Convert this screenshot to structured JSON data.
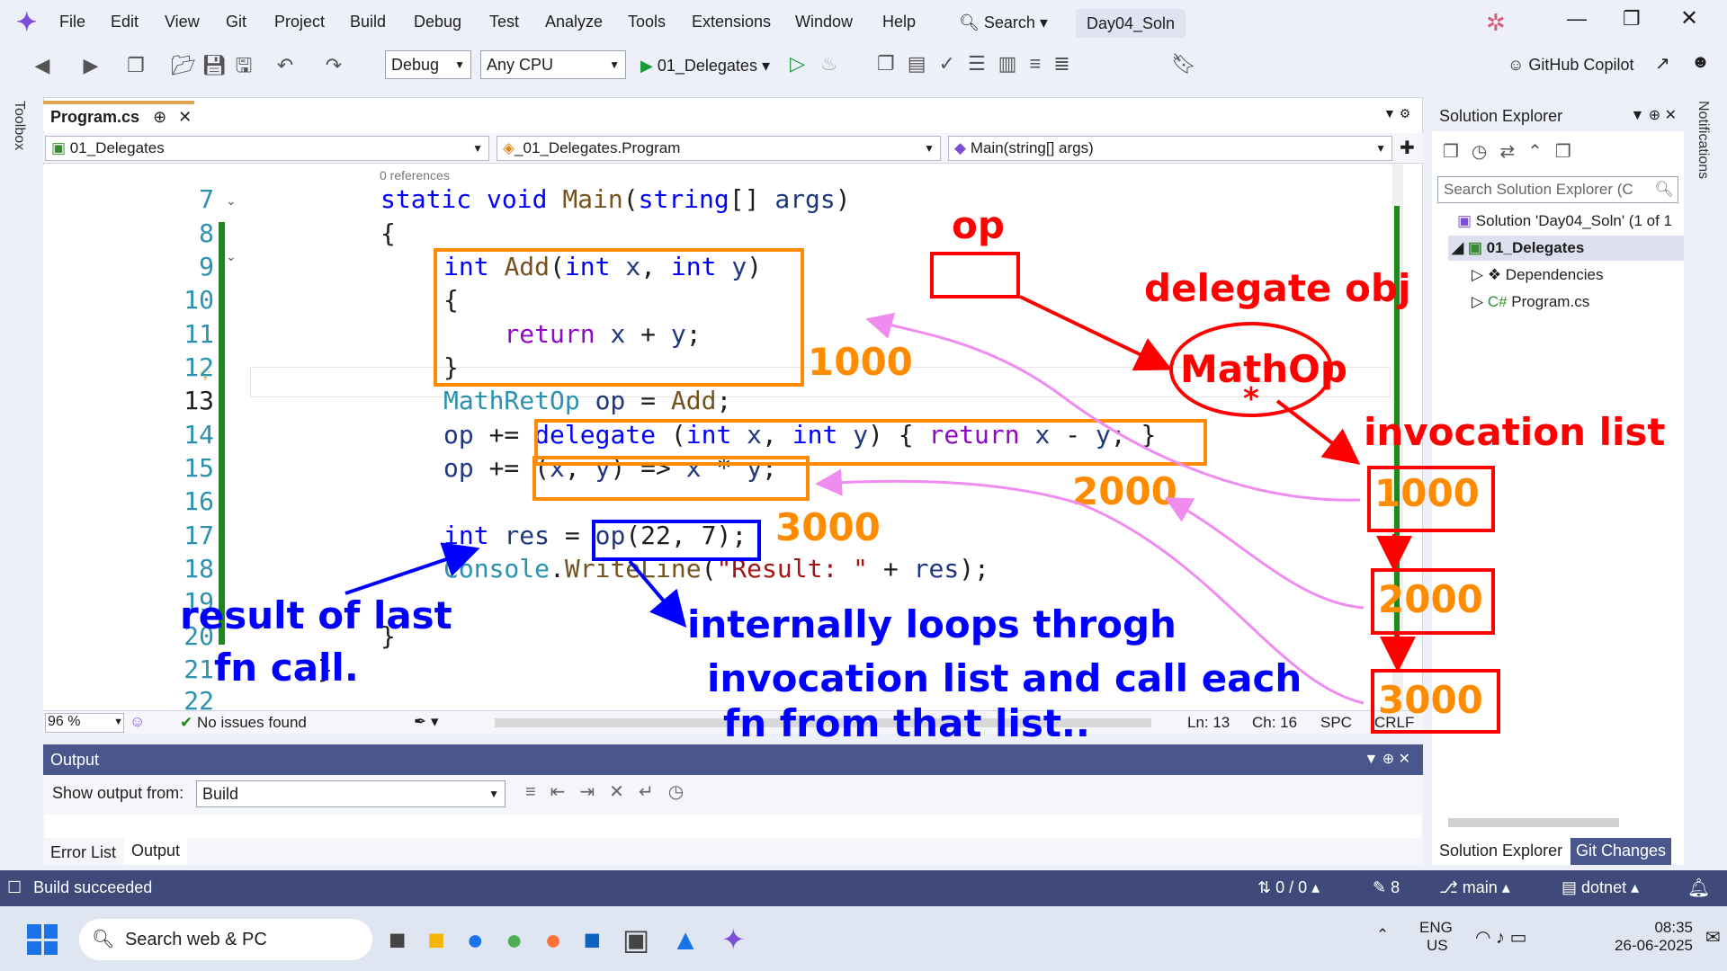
{
  "menu": [
    "File",
    "Edit",
    "View",
    "Git",
    "Project",
    "Build",
    "Debug",
    "Test",
    "Analyze",
    "Tools",
    "Extensions",
    "Window",
    "Help"
  ],
  "search_label": "Search",
  "solution_name": "Day04_Soln",
  "toolbar": {
    "config": "Debug",
    "platform": "Any CPU",
    "run_target": "01_Delegates",
    "copilot": "GitHub Copilot"
  },
  "side_strip": {
    "toolbox": "Toolbox",
    "notifications": "Notifications"
  },
  "doc_tab": "Program.cs",
  "nav": {
    "project": "01_Delegates",
    "class": "_01_Delegates.Program",
    "member": "Main(string[] args)"
  },
  "codelens": "0 references",
  "line_numbers": [
    "7",
    "8",
    "9",
    "10",
    "11",
    "12",
    "13",
    "14",
    "15",
    "16",
    "17",
    "18",
    "19",
    "20",
    "21",
    "22"
  ],
  "editor_status": {
    "zoom": "96 %",
    "issues": "No issues found",
    "ln": "Ln: 13",
    "ch": "Ch: 16",
    "spc": "SPC",
    "crlf": "CRLF"
  },
  "output": {
    "title": "Output",
    "show_from_label": "Show output from:",
    "source": "Build"
  },
  "bottom_tabs": [
    "Error List",
    "Output"
  ],
  "solution_explorer": {
    "title": "Solution Explorer",
    "search_placeholder": "Search Solution Explorer (C",
    "root": "Solution 'Day04_Soln' (1 of 1",
    "project": "01_Delegates",
    "children": [
      "Dependencies",
      "Program.cs"
    ],
    "tabs": [
      "Solution Explorer",
      "Git Changes"
    ]
  },
  "statusbar": {
    "build": "Build succeeded",
    "sync": "0 / 0",
    "edits": "8",
    "branch": "main",
    "repo": "dotnet"
  },
  "taskbar": {
    "search": "Search web & PC",
    "lang1": "ENG",
    "lang2": "US",
    "time": "08:35",
    "date": "26-06-2025"
  },
  "annotations": {
    "op": "op",
    "delegate_obj": "delegate obj",
    "mathop": "MathOp",
    "star": "*",
    "invocation_list": "invocation list",
    "addr1": "1000",
    "addr2": "2000",
    "addr3": "3000",
    "result_note_1": "result of last",
    "result_note_2": "fn call.",
    "loop_note_1": "internally loops throgh",
    "loop_note_2": "invocation list and call each",
    "loop_note_3": "fn from that list.."
  },
  "colors": {
    "orange": "#ff8c00",
    "red": "#ff0000",
    "blue": "#0000ff",
    "pink": "#f08cf0"
  }
}
